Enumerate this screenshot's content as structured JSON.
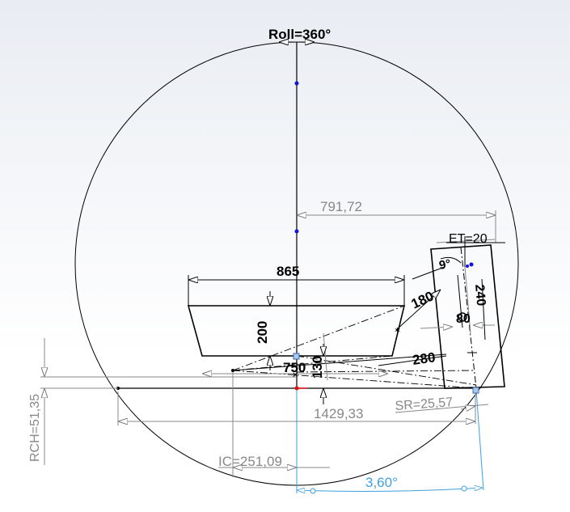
{
  "sketch": {
    "labels": {
      "roll": "Roll=360°",
      "offset": "791,72",
      "et": "ET=20",
      "tilt": "9°",
      "width": "865",
      "height": "200",
      "d750": "750",
      "d130": "130",
      "d180": "180",
      "d240": "240",
      "d80": "80",
      "d280": "280",
      "length": "1429,33",
      "sr": "SR=25,57",
      "rch": "RCH=51,35",
      "ic": "IC=251,09",
      "angle": "3,60°"
    },
    "colors": {
      "geometry": "#000000",
      "dimension": "#808080",
      "driven": "#3f9fe0",
      "point": "#1010e0",
      "origin": "#e01010"
    }
  }
}
